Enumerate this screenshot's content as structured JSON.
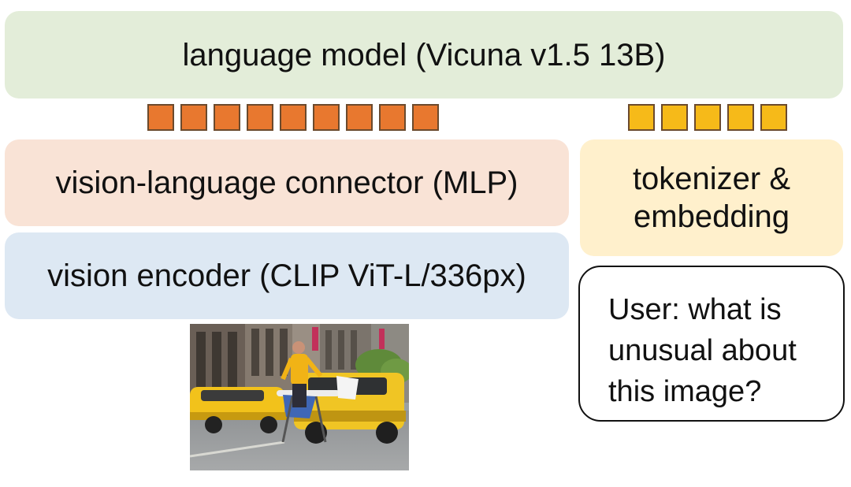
{
  "blocks": {
    "language_model": {
      "label": "language model (Vicuna v1.5 13B)"
    },
    "connector": {
      "label": "vision-language connector (MLP)"
    },
    "vision_encoder": {
      "label": "vision encoder (CLIP ViT-L/336px)"
    },
    "tokenizer": {
      "label": "tokenizer &\nembedding"
    }
  },
  "user_query": {
    "text": "User: what is\nunusual about\nthis image?"
  },
  "tokens": {
    "vision_count": 9,
    "text_count": 5
  },
  "colors": {
    "language_model_fill": "#e3edd9",
    "connector_fill": "#f9e3d6",
    "vision_encoder_fill": "#dde8f3",
    "tokenizer_fill": "#fff0cc",
    "vision_token": "#e8782f",
    "text_token": "#f6ba19",
    "token_border": "#6b4a2d"
  }
}
